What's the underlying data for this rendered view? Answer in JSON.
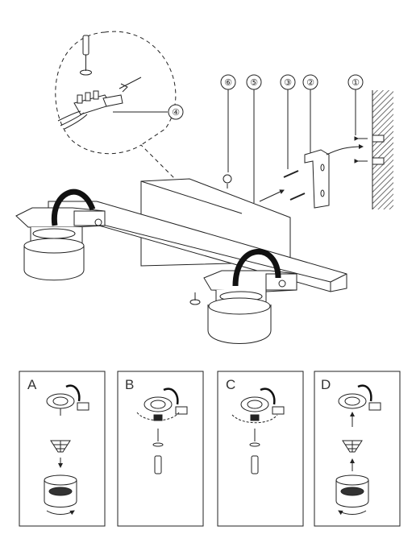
{
  "callouts": [
    {
      "id": "c1",
      "label": "①"
    },
    {
      "id": "c2",
      "label": "②"
    },
    {
      "id": "c3",
      "label": "③"
    },
    {
      "id": "c4",
      "label": "④"
    },
    {
      "id": "c5",
      "label": "⑤"
    },
    {
      "id": "c6",
      "label": "⑥"
    }
  ],
  "panels": [
    {
      "id": "A",
      "letter": "A"
    },
    {
      "id": "B",
      "letter": "B"
    },
    {
      "id": "C",
      "letter": "C"
    },
    {
      "id": "D",
      "letter": "D"
    }
  ],
  "colors": {
    "line": "#222222",
    "wall": "#555555",
    "cable": "#111111"
  },
  "icons": [
    "screwdriver-icon",
    "rotate-arrow-icon",
    "terminal-block-icon",
    "wall-plug-icon",
    "screw-icon",
    "bracket-icon",
    "lamp-head-icon",
    "bulb-icon",
    "lamp-shade-icon"
  ]
}
